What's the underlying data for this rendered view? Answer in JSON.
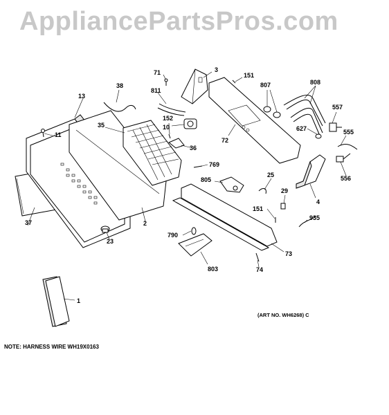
{
  "watermark": "AppliancePartsPros.com",
  "note": "NOTE: HARNESS WIRE WH19X0163",
  "art_no": "(ART NO. WH6268) C",
  "labels": {
    "p1": "1",
    "p2": "2",
    "p3": "3",
    "p4": "4",
    "p10": "10",
    "p11": "11",
    "p13": "13",
    "p23": "23",
    "p25": "25",
    "p29": "29",
    "p35": "35",
    "p36": "36",
    "p37": "37",
    "p38": "38",
    "p71": "71",
    "p72": "72",
    "p73": "73",
    "p74": "74",
    "p151a": "151",
    "p151b": "151",
    "p152": "152",
    "p555": "555",
    "p556": "556",
    "p557": "557",
    "p627": "627",
    "p769": "769",
    "p790": "790",
    "p803": "803",
    "p805": "805",
    "p807": "807",
    "p808": "808",
    "p811": "811",
    "p935": "935"
  }
}
